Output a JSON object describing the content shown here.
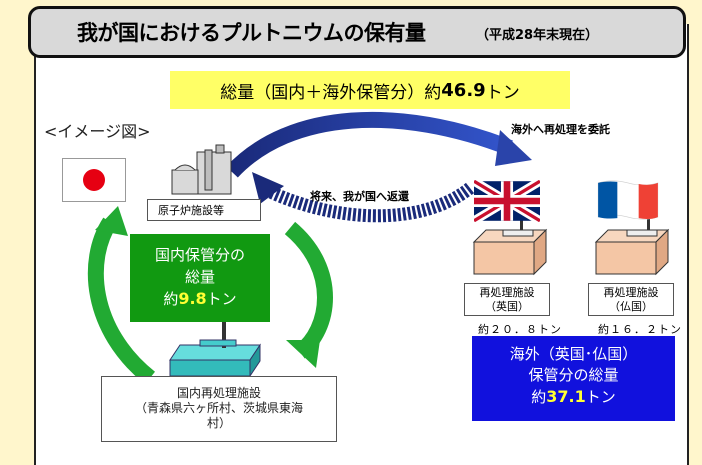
{
  "title": {
    "main": "我が国におけるプルトニウムの保有量",
    "sub": "（平成28年末現在）"
  },
  "total": {
    "prefix": "総量（国内＋海外保管分）約",
    "value": "46.9",
    "unit": "トン"
  },
  "image_label": "<イメージ図>",
  "reactor": {
    "label": "原子炉施設等"
  },
  "domestic_storage": {
    "line1": "国内保管分の",
    "line2": "総量",
    "prefix": "約",
    "value": "9.8",
    "unit": "トン"
  },
  "domestic_reprocessing": {
    "line1": "国内再処理施設",
    "line2": "（青森県六ヶ所村、茨城県東海",
    "line3": "村）"
  },
  "arrows": {
    "to_overseas": "海外へ再処理を委託",
    "return": "将来、我が国へ返還"
  },
  "uk_plant": {
    "line1": "再処理施設",
    "line2": "（英国）",
    "amount": "約２０．８トン"
  },
  "fr_plant": {
    "line1": "再処理施設",
    "line2": "（仏国）",
    "amount": "約１６．２トン"
  },
  "overseas_storage": {
    "line1": "海外（英国･仏国）",
    "line2": "保管分の総量",
    "prefix": "約",
    "value": "37.1",
    "unit": "トン"
  },
  "colors": {
    "green": "#119911",
    "blue": "#1111dd",
    "navy_arrow": "#1a2a7a",
    "highlight_yellow": "#ffff66",
    "background": "#fff6cc"
  },
  "icons": [
    "japan-flag-icon",
    "uk-flag-icon",
    "france-flag-icon",
    "reactor-icon",
    "reprocessing-plant-icon"
  ]
}
